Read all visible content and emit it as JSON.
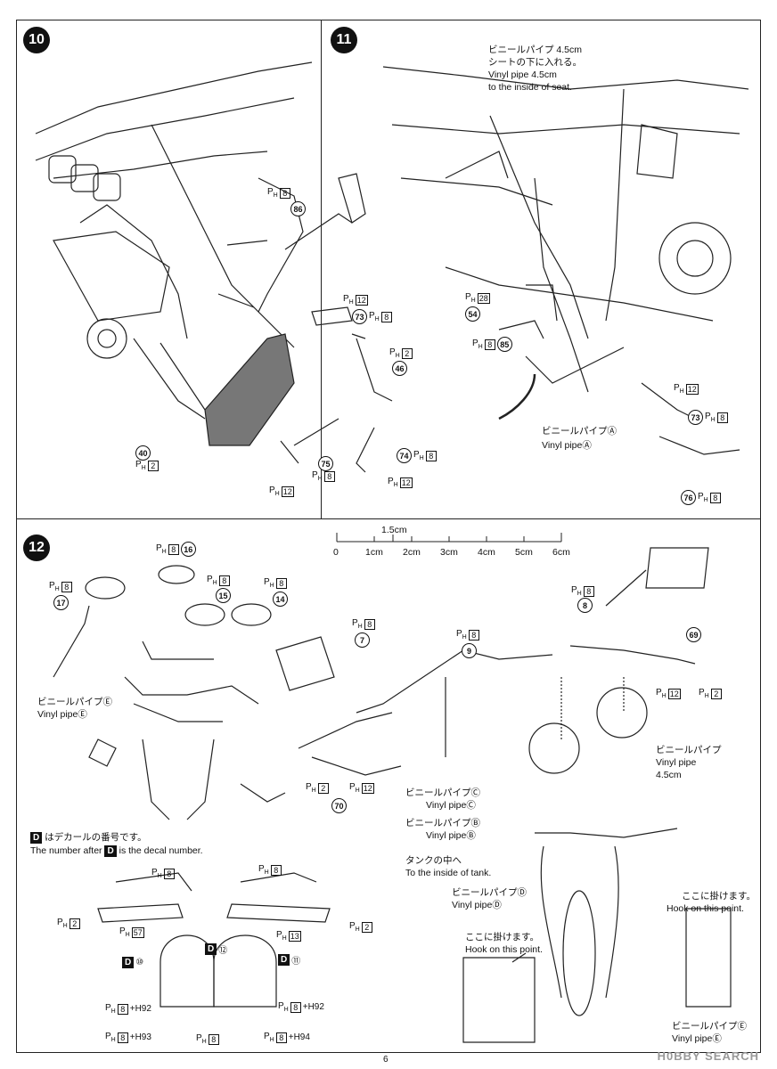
{
  "page_number": "6",
  "watermark": "H0BBY SEARCH",
  "steps": {
    "s10": "10",
    "s11": "11",
    "s12": "12"
  },
  "ph": "P",
  "ph_sub": "H",
  "step11": {
    "pipe_note_jp_1": "ビニールパイプ 4.5cm",
    "pipe_note_jp_2": "シートの下に入れる。",
    "pipe_note_en_1": "Vinyl pipe 4.5cm",
    "pipe_note_en_2": "to the inside of seat.",
    "pipeA_jp": "ビニールパイプⒶ",
    "pipeA_en": "Vinyl pipeⒶ"
  },
  "scale": {
    "label_mid": "1.5cm",
    "ticks": [
      "0",
      "1cm",
      "2cm",
      "3cm",
      "4cm",
      "5cm",
      "6cm"
    ]
  },
  "step12": {
    "pipeE_jp": "ビニールパイプⒺ",
    "pipeE_en": "Vinyl pipeⒺ",
    "pipe45_jp": "ビニールパイプ",
    "pipe45_en1": "Vinyl pipe",
    "pipe45_en2": "4.5cm",
    "pipeC_jp": "ビニールパイプⒸ",
    "pipeC_en": "Vinyl pipeⒸ",
    "pipeB_jp": "ビニールパイプⒷ",
    "pipeB_en": "Vinyl pipeⒷ",
    "tank_jp": "タンクの中へ",
    "tank_en": "To the inside of tank.",
    "pipeD_jp": "ビニールパイプⒹ",
    "pipeD_en": "Vinyl pipeⒹ",
    "hook_jp": "ここに掛けます。",
    "hook_en": "Hook on this point.",
    "pipeE2_jp": "ビニールパイプⒺ",
    "pipeE2_en": "Vinyl pipeⒺ",
    "decal_note_jp": "はデカールの番号です。",
    "decal_note_en_a": "The number after",
    "decal_note_en_b": "is the decal number.",
    "decal_letter": "D",
    "decals": [
      "⑩",
      "⑫",
      "⑪"
    ],
    "h92": "+H92",
    "h93": "+H93",
    "h94": "+H94"
  }
}
